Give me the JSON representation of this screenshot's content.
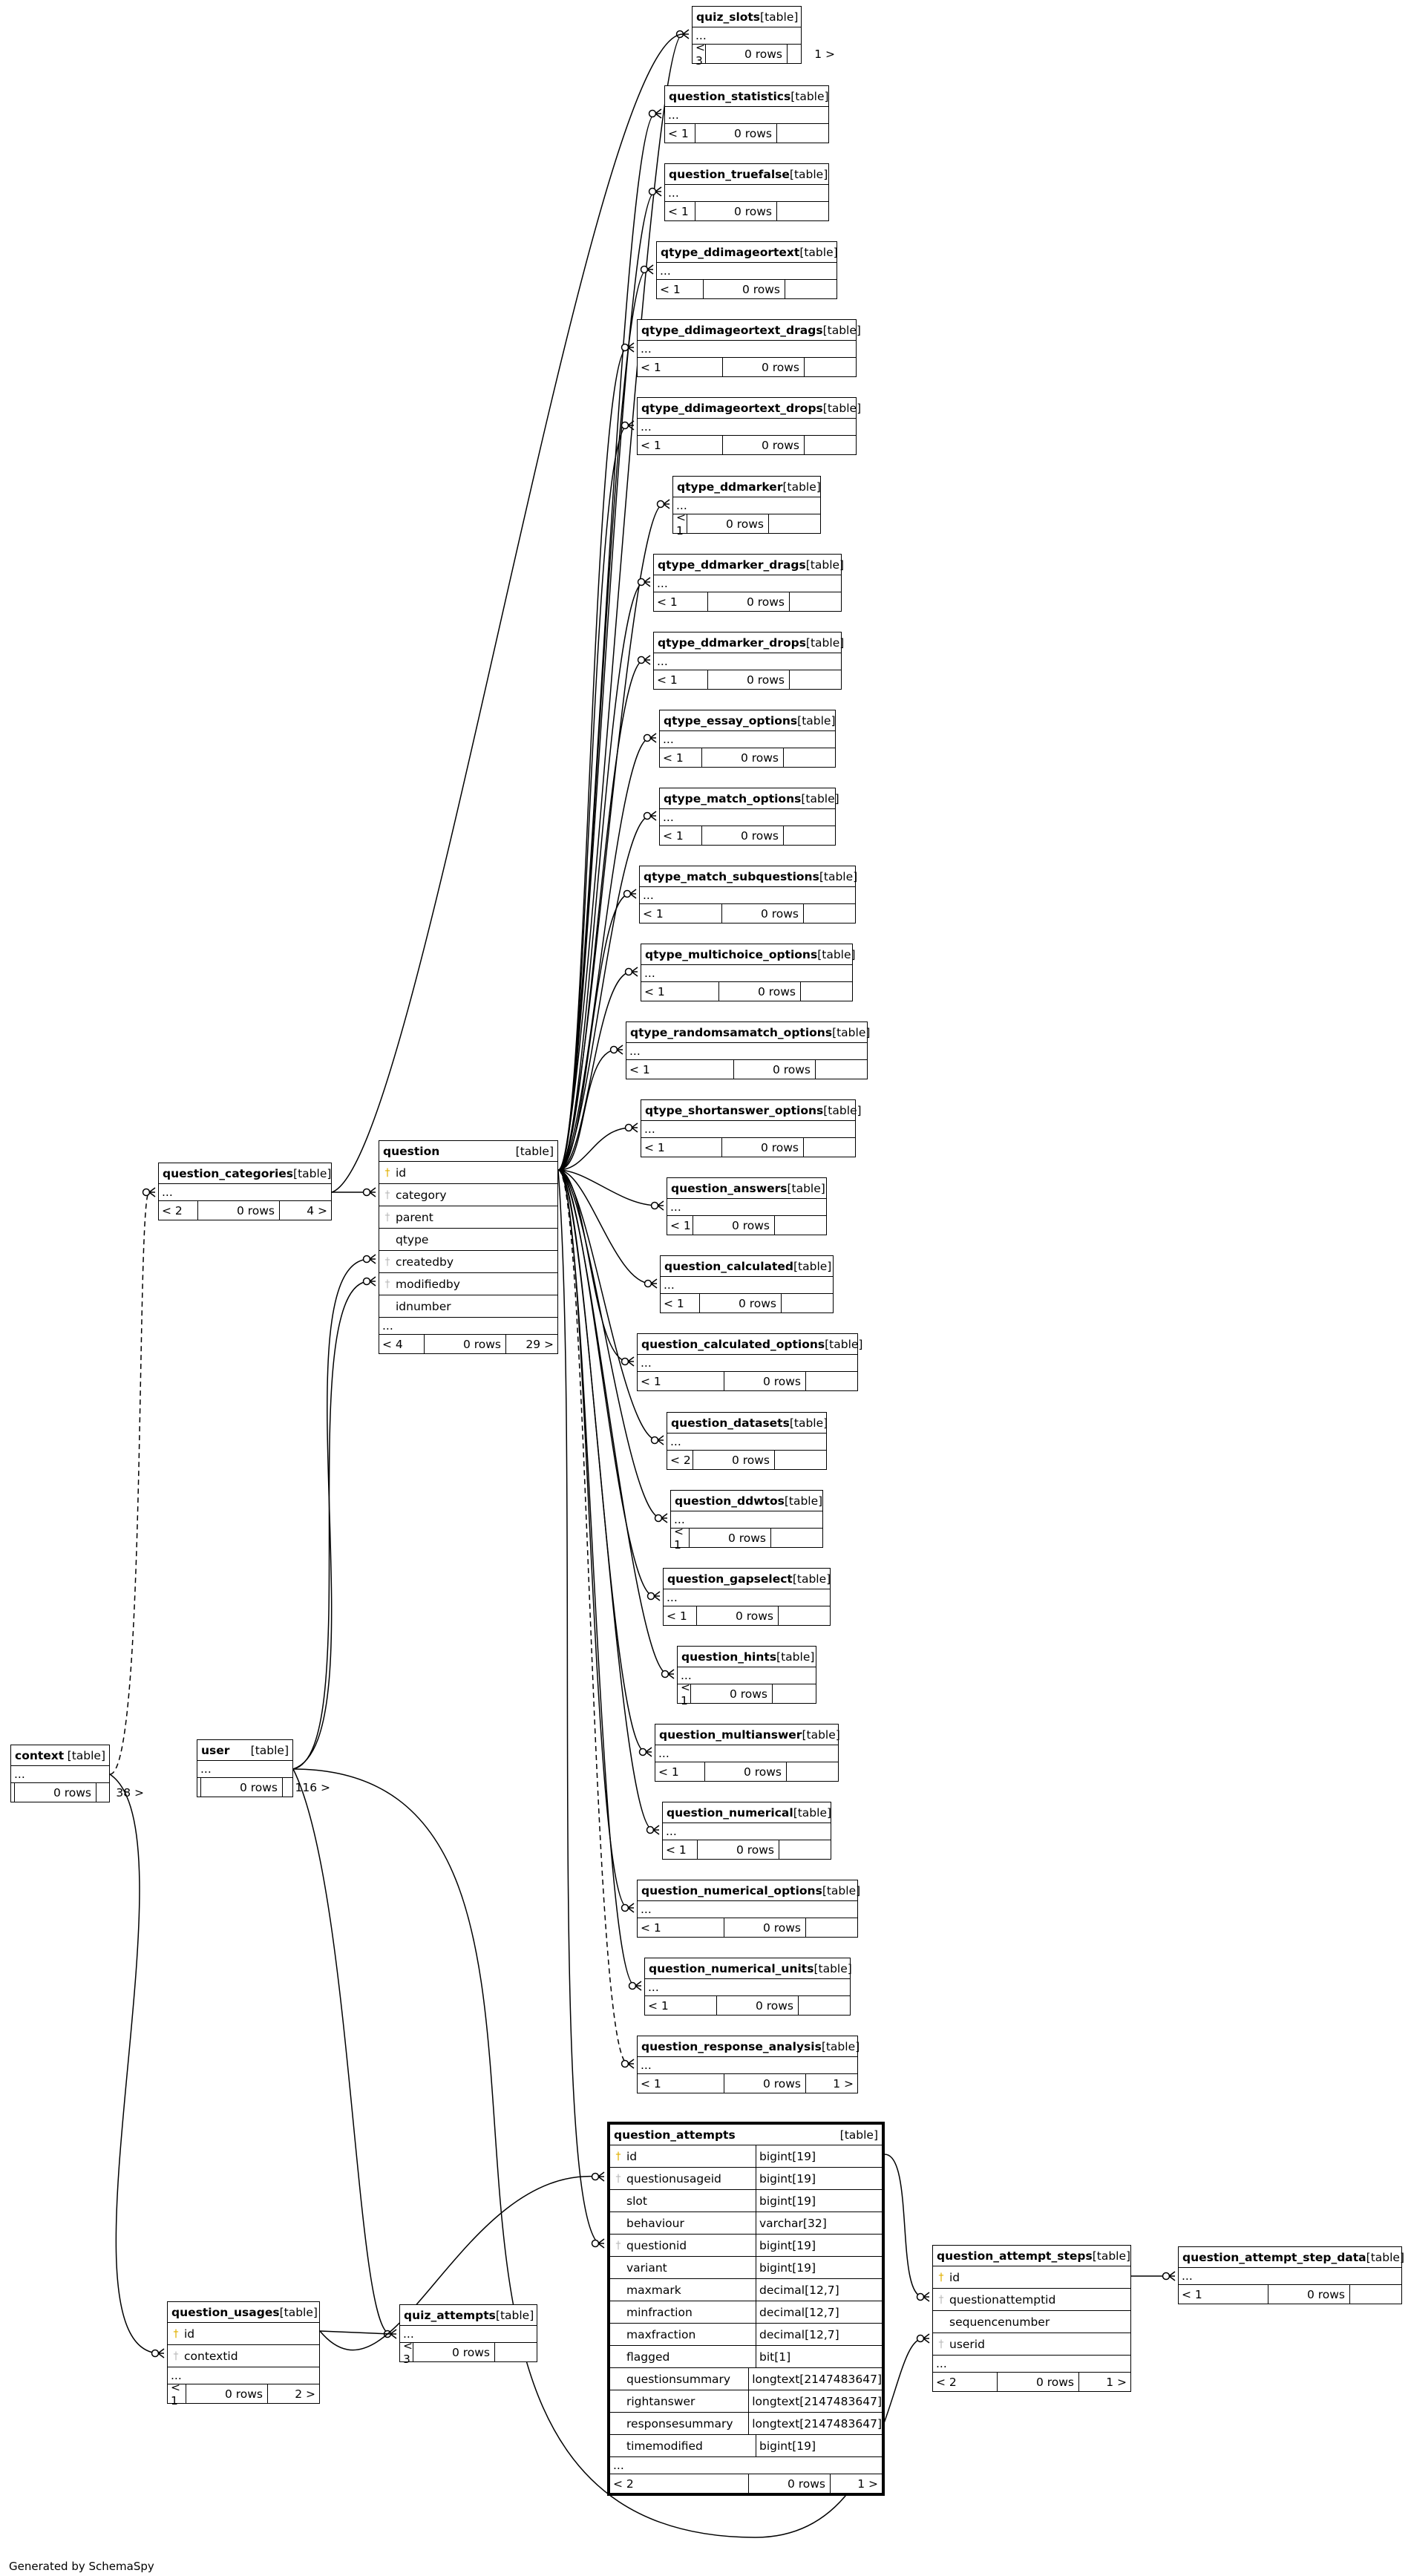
{
  "footer": "Generated by SchemaSpy",
  "table_tag": "[table]",
  "tables": [
    {
      "name": "quiz_slots",
      "footer": [
        "< 3",
        "0 rows",
        "1 >"
      ]
    },
    {
      "name": "question_statistics",
      "footer": [
        "< 1",
        "0 rows",
        ""
      ]
    },
    {
      "name": "question_truefalse",
      "footer": [
        "< 1",
        "0 rows",
        ""
      ]
    },
    {
      "name": "qtype_ddimageortext",
      "footer": [
        "< 1",
        "0 rows",
        ""
      ]
    },
    {
      "name": "qtype_ddimageortext_drags",
      "footer": [
        "< 1",
        "0 rows",
        ""
      ]
    },
    {
      "name": "qtype_ddimageortext_drops",
      "footer": [
        "< 1",
        "0 rows",
        ""
      ]
    },
    {
      "name": "qtype_ddmarker",
      "footer": [
        "< 1",
        "0 rows",
        ""
      ]
    },
    {
      "name": "qtype_ddmarker_drags",
      "footer": [
        "< 1",
        "0 rows",
        ""
      ]
    },
    {
      "name": "qtype_ddmarker_drops",
      "footer": [
        "< 1",
        "0 rows",
        ""
      ]
    },
    {
      "name": "qtype_essay_options",
      "footer": [
        "< 1",
        "0 rows",
        ""
      ]
    },
    {
      "name": "qtype_match_options",
      "footer": [
        "< 1",
        "0 rows",
        ""
      ]
    },
    {
      "name": "qtype_match_subquestions",
      "footer": [
        "< 1",
        "0 rows",
        ""
      ]
    },
    {
      "name": "qtype_multichoice_options",
      "footer": [
        "< 1",
        "0 rows",
        ""
      ]
    },
    {
      "name": "qtype_randomsamatch_options",
      "footer": [
        "< 1",
        "0 rows",
        ""
      ]
    },
    {
      "name": "qtype_shortanswer_options",
      "footer": [
        "< 1",
        "0 rows",
        ""
      ]
    },
    {
      "name": "question_answers",
      "footer": [
        "< 1",
        "0 rows",
        ""
      ]
    },
    {
      "name": "question_calculated",
      "footer": [
        "< 1",
        "0 rows",
        ""
      ]
    },
    {
      "name": "question_calculated_options",
      "footer": [
        "< 1",
        "0 rows",
        ""
      ]
    },
    {
      "name": "question_datasets",
      "footer": [
        "< 2",
        "0 rows",
        ""
      ]
    },
    {
      "name": "question_ddwtos",
      "footer": [
        "< 1",
        "0 rows",
        ""
      ]
    },
    {
      "name": "question_gapselect",
      "footer": [
        "< 1",
        "0 rows",
        ""
      ]
    },
    {
      "name": "question_hints",
      "footer": [
        "< 1",
        "0 rows",
        ""
      ]
    },
    {
      "name": "question_multianswer",
      "footer": [
        "< 1",
        "0 rows",
        ""
      ]
    },
    {
      "name": "question_numerical",
      "footer": [
        "< 1",
        "0 rows",
        ""
      ]
    },
    {
      "name": "question_numerical_options",
      "footer": [
        "< 1",
        "0 rows",
        ""
      ]
    },
    {
      "name": "question_numerical_units",
      "footer": [
        "< 1",
        "0 rows",
        ""
      ]
    },
    {
      "name": "question_response_analysis",
      "footer": [
        "< 1",
        "0 rows",
        "1 >"
      ]
    },
    {
      "name": "question",
      "columns": [
        {
          "name": "id",
          "key": "pk"
        },
        {
          "name": "category",
          "key": "fk"
        },
        {
          "name": "parent",
          "key": "fk"
        },
        {
          "name": "qtype",
          "key": ""
        },
        {
          "name": "createdby",
          "key": "fk"
        },
        {
          "name": "modifiedby",
          "key": "fk"
        },
        {
          "name": "idnumber",
          "key": ""
        }
      ],
      "footer": [
        "< 4",
        "0 rows",
        "29 >"
      ]
    },
    {
      "name": "question_categories",
      "footer": [
        "< 2",
        "0 rows",
        "4 >"
      ]
    },
    {
      "name": "context",
      "footer": [
        "",
        "0 rows",
        "38 >"
      ]
    },
    {
      "name": "user",
      "footer": [
        "",
        "0 rows",
        "116 >"
      ]
    },
    {
      "name": "question_usages",
      "columns": [
        {
          "name": "id",
          "key": "pk"
        },
        {
          "name": "contextid",
          "key": "fk"
        }
      ],
      "footer": [
        "< 1",
        "0 rows",
        "2 >"
      ]
    },
    {
      "name": "quiz_attempts",
      "footer": [
        "< 3",
        "0 rows",
        ""
      ]
    },
    {
      "name": "question_attempts",
      "columns": [
        {
          "name": "id",
          "type": "bigint[19]",
          "key": "pk"
        },
        {
          "name": "questionusageid",
          "type": "bigint[19]",
          "key": "fk"
        },
        {
          "name": "slot",
          "type": "bigint[19]",
          "key": ""
        },
        {
          "name": "behaviour",
          "type": "varchar[32]",
          "key": ""
        },
        {
          "name": "questionid",
          "type": "bigint[19]",
          "key": "fk"
        },
        {
          "name": "variant",
          "type": "bigint[19]",
          "key": ""
        },
        {
          "name": "maxmark",
          "type": "decimal[12,7]",
          "key": ""
        },
        {
          "name": "minfraction",
          "type": "decimal[12,7]",
          "key": ""
        },
        {
          "name": "maxfraction",
          "type": "decimal[12,7]",
          "key": ""
        },
        {
          "name": "flagged",
          "type": "bit[1]",
          "key": ""
        },
        {
          "name": "questionsummary",
          "type": "longtext[2147483647]",
          "key": ""
        },
        {
          "name": "rightanswer",
          "type": "longtext[2147483647]",
          "key": ""
        },
        {
          "name": "responsesummary",
          "type": "longtext[2147483647]",
          "key": ""
        },
        {
          "name": "timemodified",
          "type": "bigint[19]",
          "key": ""
        }
      ],
      "footer": [
        "< 2",
        "0 rows",
        "1 >"
      ]
    },
    {
      "name": "question_attempt_steps",
      "columns": [
        {
          "name": "id",
          "key": "pk"
        },
        {
          "name": "questionattemptid",
          "key": "fk"
        },
        {
          "name": "sequencenumber",
          "key": ""
        },
        {
          "name": "userid",
          "key": "fk"
        }
      ],
      "footer": [
        "< 2",
        "0 rows",
        "1 >"
      ]
    },
    {
      "name": "question_attempt_step_data",
      "footer": [
        "< 1",
        "0 rows",
        ""
      ]
    }
  ]
}
